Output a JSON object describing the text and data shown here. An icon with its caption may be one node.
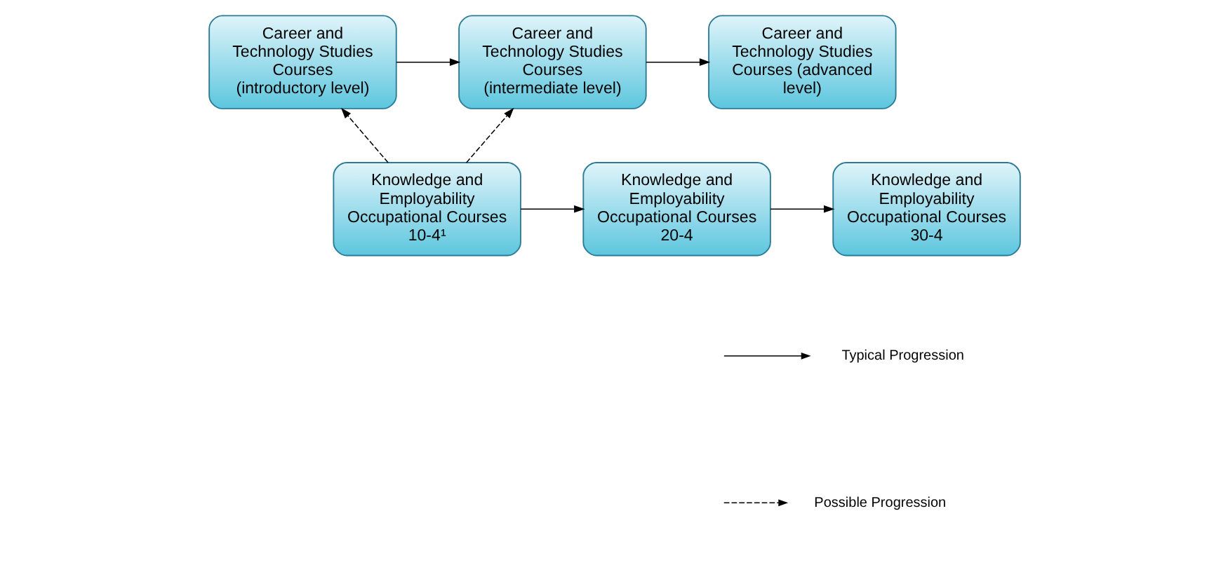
{
  "diagram": {
    "nodes": [
      {
        "text": [
          "Career and Technology Studies Courses (introductory level)"
        ]
      },
      {
        "text": [
          "Career and Technology Studies Courses (intermediate level)"
        ]
      },
      {
        "text": [
          "Career and Technology Studies Courses (advanced level)"
        ]
      },
      {
        "text": [
          "Knowledge and Employability Occupational Courses 10-4¹"
        ]
      },
      {
        "text": [
          "Knowledge and Employability Occupational Courses 20-4"
        ]
      },
      {
        "text": [
          "Knowledge and Employability Occupational Courses 30-4"
        ]
      }
    ],
    "edges": [
      {
        "from": 0,
        "to": 1,
        "arrow": "to"
      },
      {
        "from": 1,
        "to": 2,
        "arrow": "to"
      },
      {
        "from": 3,
        "to": 0,
        "arrow": "to",
        "style": "dashed"
      },
      {
        "from": 3,
        "to": 1,
        "arrow": "to",
        "style": "dashed"
      },
      {
        "from": 3,
        "to": 4,
        "arrow": "to"
      },
      {
        "from": 4,
        "to": 5,
        "arrow": "to"
      }
    ],
    "legend": [
      {
        "text": "Typical Progression"
      },
      {
        "text": "Possible Progression"
      }
    ]
  }
}
